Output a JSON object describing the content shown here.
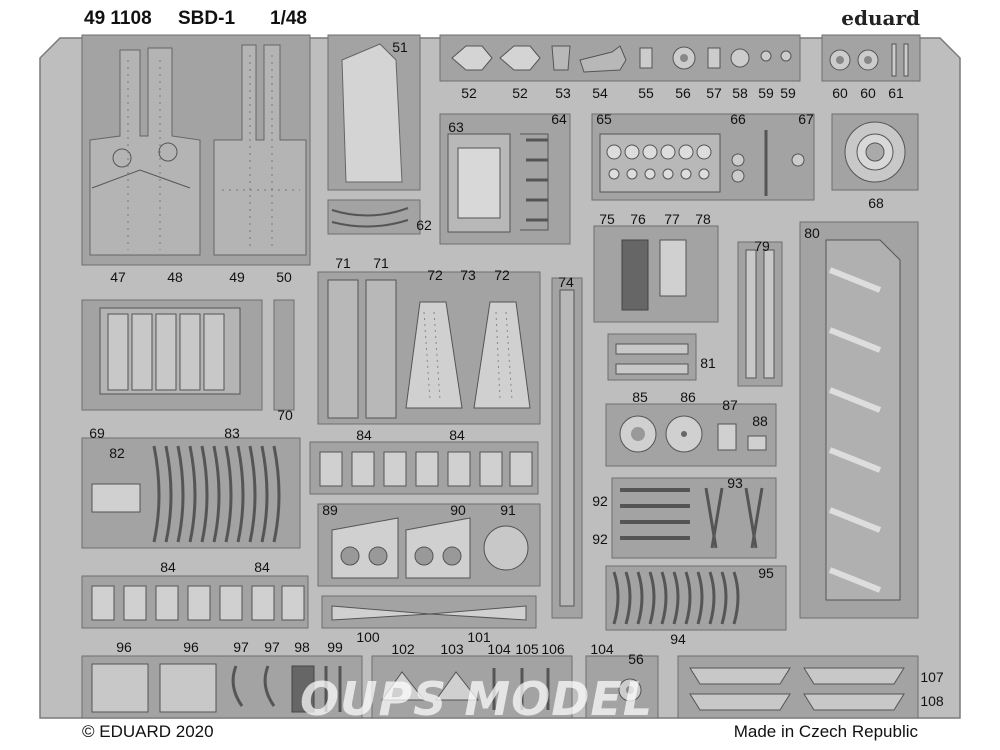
{
  "header": {
    "set_number": "49 1108",
    "model": "SBD-1",
    "scale": "1/48",
    "brand": "eduard"
  },
  "footer": {
    "copyright": "© EDUARD 2020",
    "origin": "Made in Czech Republic"
  },
  "watermark": "OUPS MODEL",
  "colors": {
    "fret": "#bebebe",
    "etch": "#a3a3a3",
    "outline": "#6f6f6f",
    "hole": "#e8e8e8",
    "dark": "#555555"
  },
  "part_labels": {
    "p47": "47",
    "p48": "48",
    "p49": "49",
    "p50": "50",
    "p51": "51",
    "p52a": "52",
    "p52b": "52",
    "p53": "53",
    "p54": "54",
    "p55": "55",
    "p56a": "56",
    "p57": "57",
    "p58": "58",
    "p59a": "59",
    "p59b": "59",
    "p60a": "60",
    "p60b": "60",
    "p61": "61",
    "p62": "62",
    "p63": "63",
    "p64": "64",
    "p65": "65",
    "p66": "66",
    "p67": "67",
    "p68": "68",
    "p69": "69",
    "p70": "70",
    "p71a": "71",
    "p71b": "71",
    "p72a": "72",
    "p72b": "72",
    "p73": "73",
    "p74": "74",
    "p75": "75",
    "p76": "76",
    "p77": "77",
    "p78": "78",
    "p79": "79",
    "p80": "80",
    "p81": "81",
    "p82": "82",
    "p83": "83",
    "p84a": "84",
    "p84b": "84",
    "p84c": "84",
    "p84d": "84",
    "p85": "85",
    "p86": "86",
    "p87": "87",
    "p88": "88",
    "p89": "89",
    "p90": "90",
    "p91": "91",
    "p92a": "92",
    "p92b": "92",
    "p93": "93",
    "p94": "94",
    "p95": "95",
    "p96a": "96",
    "p96b": "96",
    "p97a": "97",
    "p97b": "97",
    "p98": "98",
    "p99": "99",
    "p100": "100",
    "p101": "101",
    "p102": "102",
    "p103": "103",
    "p104a": "104",
    "p104b": "104",
    "p105": "105",
    "p106": "106",
    "p56b": "56",
    "p107": "107",
    "p108": "108"
  }
}
